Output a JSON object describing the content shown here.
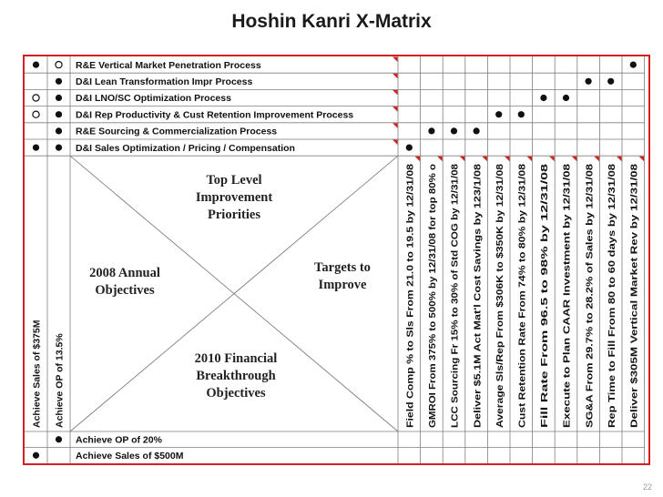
{
  "title": "Hoshin Kanri X-Matrix",
  "page_number": "22",
  "colors": {
    "frame": "#d4201e",
    "grid": "#7f7f7f",
    "text": "#111111",
    "marker": "#111111"
  },
  "center": {
    "top": "Top Level Improvement Priorities",
    "left": "2008 Annual Objectives",
    "right": "Targets to Improve",
    "bottom": "2010 Financial Breakthrough Objectives"
  },
  "top_rows": [
    {
      "label": "R&E Vertical Market Penetration Process"
    },
    {
      "label": "D&I Lean Transformation Impr Process"
    },
    {
      "label": "D&I LNO/SC Optimization Process"
    },
    {
      "label": "D&I Rep Productivity & Cust Retention Improvement Process"
    },
    {
      "label": "R&E Sourcing & Commercialization Process"
    },
    {
      "label": "D&I Sales Optimization / Pricing / Compensation"
    }
  ],
  "left_columns": [
    {
      "label": "Achieve Sales of $375M"
    },
    {
      "label": "Achieve OP of 13.5%"
    }
  ],
  "bottom_rows": [
    {
      "label": "Achieve OP of 20%"
    },
    {
      "label": "Achieve Sales of $500M"
    }
  ],
  "right_columns": [
    {
      "label": "Field Comp % to Sls From 21.0 to 19.5 by 12/31/08"
    },
    {
      "label": "GMROI From 375% to 500% by 12/31/08 for top 80% o"
    },
    {
      "label": "LCC Sourcing Fr 15% to 30% of Std COG by 12/31/08"
    },
    {
      "label": "Deliver $5.1M Act Mat'l Cost Savings by 123/1/08"
    },
    {
      "label": "Average Sls/Rep From $306K to $350K by 12/31/08"
    },
    {
      "label": "Cust Retention Rate From 74% to 80% by 12/31/08"
    },
    {
      "label": "Fill Rate From 96.5 to 98% by 12/31/08"
    },
    {
      "label": "Execute to Plan CAAR Investment by 12/31/08"
    },
    {
      "label": "SG&A From 29.7% to 28.2% of Sales by 12/31/08"
    },
    {
      "label": "Rep Time to Fill From 80 to 60 days by 12/31/08"
    },
    {
      "label": "Deliver $305M Vertical Market Rev by 12/31/08"
    }
  ],
  "top_left_markers": [
    [
      "filled",
      "open"
    ],
    [
      "",
      "filled"
    ],
    [
      "open",
      "filled"
    ],
    [
      "open",
      "filled"
    ],
    [
      "",
      "filled"
    ],
    [
      "filled",
      "filled"
    ]
  ],
  "bottom_left_markers": [
    [
      "",
      "filled"
    ],
    [
      "filled",
      ""
    ]
  ],
  "top_right_markers": [
    [
      "",
      "",
      "",
      "",
      "",
      "",
      "",
      "",
      "",
      "",
      "filled"
    ],
    [
      "",
      "",
      "",
      "",
      "",
      "",
      "",
      "",
      "filled",
      "filled",
      ""
    ],
    [
      "",
      "",
      "",
      "",
      "",
      "",
      "filled",
      "filled",
      "",
      "",
      ""
    ],
    [
      "",
      "",
      "",
      "",
      "filled",
      "filled",
      "",
      "",
      "",
      "",
      ""
    ],
    [
      "",
      "filled",
      "filled",
      "filled",
      "",
      "",
      "",
      "",
      "",
      "",
      ""
    ],
    [
      "filled",
      "",
      "",
      "",
      "",
      "",
      "",
      "",
      "",
      "",
      ""
    ]
  ]
}
